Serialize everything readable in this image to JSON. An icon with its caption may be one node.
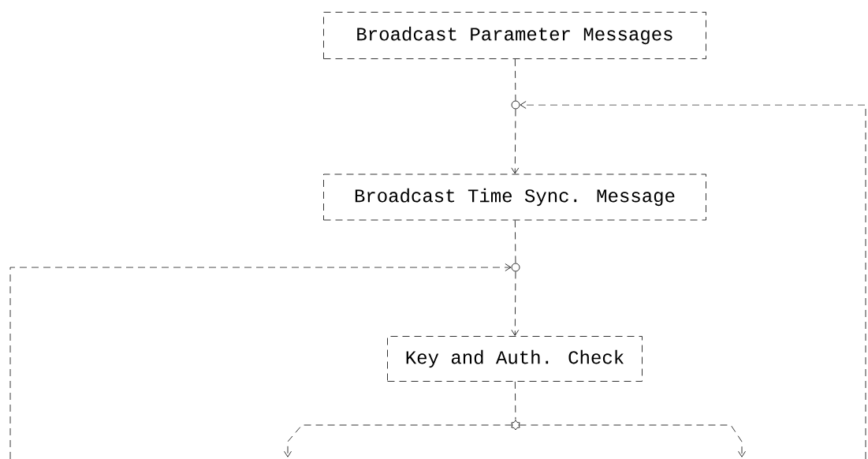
{
  "diagram": {
    "nodes": [
      {
        "text": [
          "Broadcast Parameter Messages"
        ]
      },
      {
        "text": [],
        "shape": "circle"
      },
      {
        "text": [
          "Broadcast Time Sync. Message"
        ]
      },
      {
        "text": [],
        "shape": "circle"
      },
      {
        "text": [
          "Key and Auth. Check"
        ]
      },
      {
        "text": [],
        "shape": "star"
      }
    ],
    "edges": [
      {
        "from": 0,
        "to": 1,
        "arrow": "none"
      },
      {
        "from": null,
        "to": 1,
        "arrow": "to"
      },
      {
        "from": 1,
        "to": 2,
        "arrow": "to"
      },
      {
        "from": 2,
        "to": 3,
        "arrow": "none"
      },
      {
        "from": null,
        "to": 3,
        "arrow": "to"
      },
      {
        "from": 3,
        "to": 4,
        "arrow": "to"
      },
      {
        "from": 4,
        "to": 5,
        "arrow": "none"
      },
      {
        "from": 5,
        "to": null,
        "arrow": "to"
      },
      {
        "from": 5,
        "to": null,
        "arrow": "to"
      }
    ]
  }
}
